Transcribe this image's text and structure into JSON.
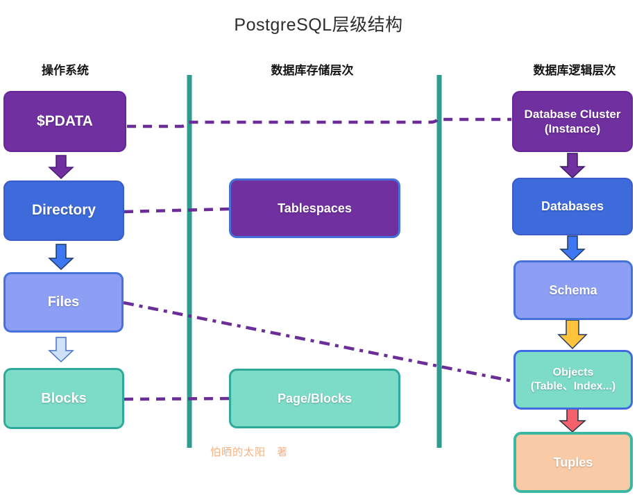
{
  "title": "PostgreSQL层级结构",
  "columns": [
    {
      "header": "操作系统"
    },
    {
      "header": "数据库存储层次"
    },
    {
      "header": "数据库逻辑层次"
    }
  ],
  "os_column": {
    "pdata": "$PDATA",
    "directory": "Directory",
    "files": "Files",
    "blocks": "Blocks"
  },
  "storage_column": {
    "tablespaces": "Tablespaces",
    "page_blocks": "Page/Blocks"
  },
  "logical_column": {
    "cluster_line1": "Database Cluster",
    "cluster_line2": "(Instance)",
    "databases": "Databases",
    "schema": "Schema",
    "objects_line1": "Objects",
    "objects_line2": "(Table、Index...)",
    "tuples": "Tuples"
  },
  "footer": {
    "credit": "怕晒的太阳　著"
  },
  "colors": {
    "purple_box": "#7030A0",
    "blue_box": "#3E6BDB",
    "periwinkle_box": "#8C9FF5",
    "teal_box": "#7DDCC8",
    "peach_box": "#F8CBA6",
    "objects_border_blue": "#4169E1",
    "tuples_border_teal": "#3CB7A4",
    "teal_divider": "#2E9C8E",
    "dashed_connector_purple": "#6B2D98",
    "arrow_purple": "#7030A0",
    "arrow_blue": "#3D78F2",
    "arrow_light_blue": "#CFE0F9",
    "arrow_yellow": "#FFC33C",
    "arrow_red": "#F4616B",
    "credit_text": "#F4B183"
  }
}
